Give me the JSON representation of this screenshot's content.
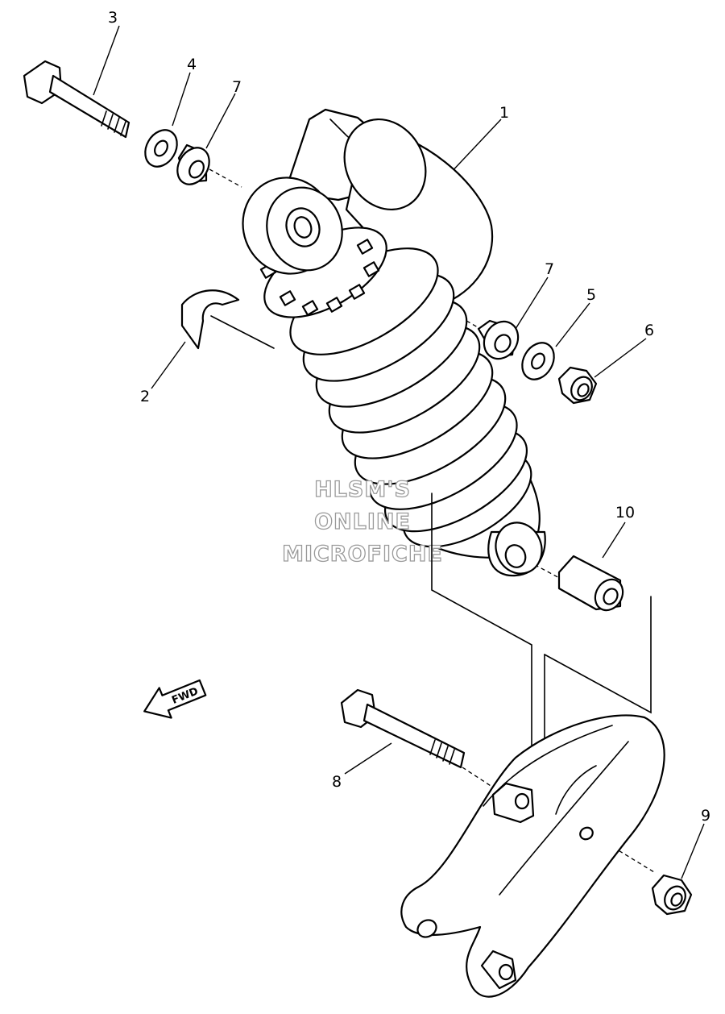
{
  "diagram": {
    "callouts": [
      "1",
      "2",
      "3",
      "4",
      "5",
      "6",
      "7",
      "7",
      "8",
      "9",
      "10"
    ],
    "direction_label": "FWD",
    "watermark": [
      "HLSM'S",
      "ONLINE",
      "MICROFICHE"
    ]
  }
}
